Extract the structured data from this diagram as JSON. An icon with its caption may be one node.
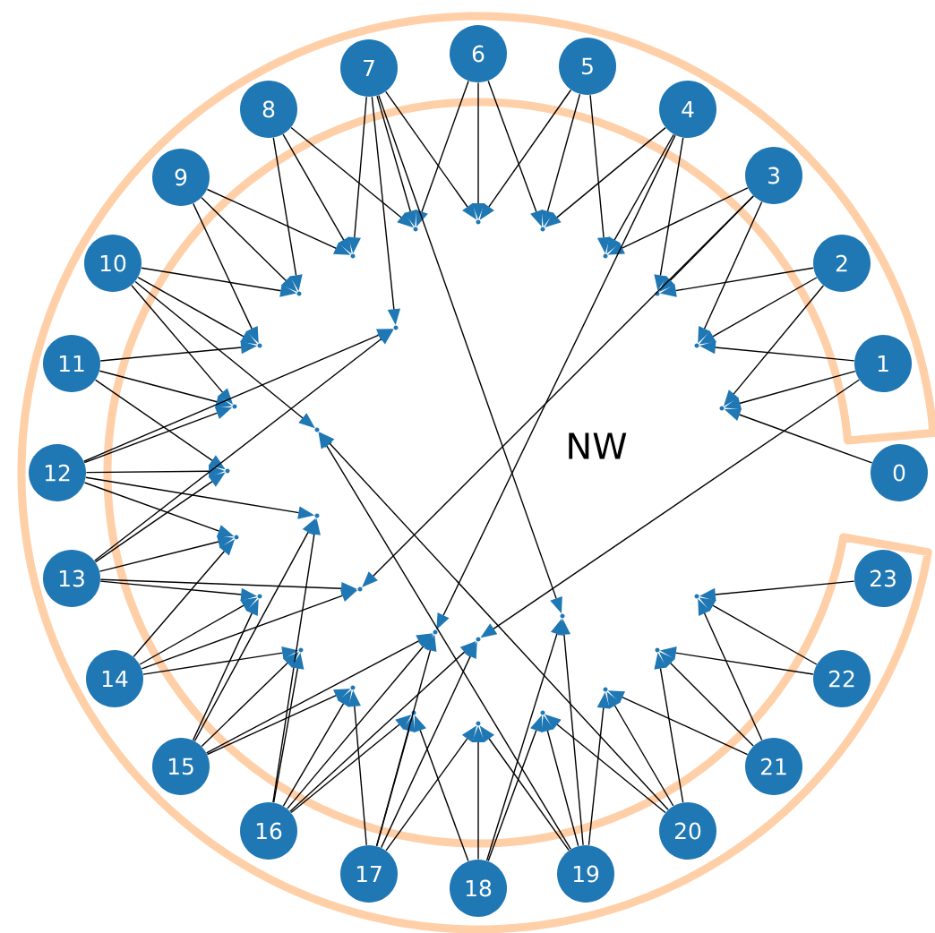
{
  "diagram": {
    "nodes": [
      {
        "text": [
          "0"
        ]
      },
      {
        "text": [
          "1"
        ]
      },
      {
        "text": [
          "2"
        ]
      },
      {
        "text": [
          "3"
        ]
      },
      {
        "text": [
          "4"
        ]
      },
      {
        "text": [
          "5"
        ]
      },
      {
        "text": [
          "6"
        ]
      },
      {
        "text": [
          "7"
        ]
      },
      {
        "text": [
          "8"
        ]
      },
      {
        "text": [
          "9"
        ]
      },
      {
        "text": [
          "10"
        ]
      },
      {
        "text": [
          "11"
        ]
      },
      {
        "text": [
          "12"
        ]
      },
      {
        "text": [
          "13"
        ]
      },
      {
        "text": [
          "14"
        ]
      },
      {
        "text": [
          "15"
        ]
      },
      {
        "text": [
          "16"
        ]
      },
      {
        "text": [
          "17"
        ]
      },
      {
        "text": [
          "18"
        ]
      },
      {
        "text": [
          "19"
        ]
      },
      {
        "text": [
          "20"
        ]
      },
      {
        "text": [
          "21"
        ]
      },
      {
        "text": [
          "22"
        ]
      },
      {
        "text": [
          "23"
        ]
      },
      {
        "text": [],
        "shape": "point"
      },
      {
        "text": [],
        "shape": "point"
      },
      {
        "text": [],
        "shape": "point"
      },
      {
        "text": [],
        "shape": "point"
      },
      {
        "text": [],
        "shape": "point"
      },
      {
        "text": [],
        "shape": "point"
      },
      {
        "text": [],
        "shape": "point"
      },
      {
        "text": [],
        "shape": "point"
      },
      {
        "text": [],
        "shape": "point"
      },
      {
        "text": [],
        "shape": "point"
      },
      {
        "text": [],
        "shape": "point"
      },
      {
        "text": [],
        "shape": "point"
      },
      {
        "text": [],
        "shape": "point"
      },
      {
        "text": [],
        "shape": "point"
      },
      {
        "text": [],
        "shape": "point"
      },
      {
        "text": [],
        "shape": "point"
      },
      {
        "text": [],
        "shape": "point"
      },
      {
        "text": [],
        "shape": "point"
      },
      {
        "text": [],
        "shape": "point"
      },
      {
        "text": [],
        "shape": "point"
      },
      {
        "text": [],
        "shape": "point"
      },
      {
        "text": [],
        "shape": "point"
      },
      {
        "text": [],
        "shape": "point"
      },
      {
        "text": [],
        "shape": "point"
      },
      {
        "text": [],
        "shape": "point"
      },
      {
        "text": [],
        "shape": "point"
      },
      {
        "text": [],
        "shape": "point"
      },
      {
        "text": [],
        "shape": "point"
      },
      {
        "text": [],
        "shape": "point"
      }
    ],
    "edges": [
      {
        "from": 0,
        "to": 35,
        "arrow": "to"
      },
      {
        "from": 1,
        "to": 33,
        "arrow": "to"
      },
      {
        "from": 1,
        "to": 35,
        "arrow": "to"
      },
      {
        "from": 1,
        "to": 45,
        "arrow": "to"
      },
      {
        "from": 2,
        "to": 30,
        "arrow": "to"
      },
      {
        "from": 2,
        "to": 33,
        "arrow": "to"
      },
      {
        "from": 2,
        "to": 35,
        "arrow": "to"
      },
      {
        "from": 3,
        "to": 28,
        "arrow": "to"
      },
      {
        "from": 3,
        "to": 30,
        "arrow": "to"
      },
      {
        "from": 3,
        "to": 33,
        "arrow": "to"
      },
      {
        "from": 3,
        "to": 40,
        "arrow": "to"
      },
      {
        "from": 4,
        "to": 26,
        "arrow": "to"
      },
      {
        "from": 4,
        "to": 28,
        "arrow": "to"
      },
      {
        "from": 4,
        "to": 30,
        "arrow": "to"
      },
      {
        "from": 4,
        "to": 44,
        "arrow": "to"
      },
      {
        "from": 5,
        "to": 24,
        "arrow": "to"
      },
      {
        "from": 5,
        "to": 26,
        "arrow": "to"
      },
      {
        "from": 5,
        "to": 28,
        "arrow": "to"
      },
      {
        "from": 6,
        "to": 25,
        "arrow": "to"
      },
      {
        "from": 6,
        "to": 24,
        "arrow": "to"
      },
      {
        "from": 6,
        "to": 26,
        "arrow": "to"
      },
      {
        "from": 7,
        "to": 27,
        "arrow": "to"
      },
      {
        "from": 7,
        "to": 31,
        "arrow": "to"
      },
      {
        "from": 7,
        "to": 25,
        "arrow": "to"
      },
      {
        "from": 7,
        "to": 24,
        "arrow": "to"
      },
      {
        "from": 7,
        "to": 43,
        "arrow": "to"
      },
      {
        "from": 8,
        "to": 29,
        "arrow": "to"
      },
      {
        "from": 8,
        "to": 27,
        "arrow": "to"
      },
      {
        "from": 8,
        "to": 25,
        "arrow": "to"
      },
      {
        "from": 9,
        "to": 27,
        "arrow": "to"
      },
      {
        "from": 9,
        "to": 29,
        "arrow": "to"
      },
      {
        "from": 9,
        "to": 32,
        "arrow": "to"
      },
      {
        "from": 10,
        "to": 29,
        "arrow": "to"
      },
      {
        "from": 10,
        "to": 32,
        "arrow": "to"
      },
      {
        "from": 10,
        "to": 34,
        "arrow": "to"
      },
      {
        "from": 10,
        "to": 36,
        "arrow": "to"
      },
      {
        "from": 11,
        "to": 32,
        "arrow": "to"
      },
      {
        "from": 11,
        "to": 34,
        "arrow": "to"
      },
      {
        "from": 11,
        "to": 37,
        "arrow": "to"
      },
      {
        "from": 12,
        "to": 34,
        "arrow": "to"
      },
      {
        "from": 12,
        "to": 31,
        "arrow": "to"
      },
      {
        "from": 12,
        "to": 37,
        "arrow": "to"
      },
      {
        "from": 12,
        "to": 38,
        "arrow": "to"
      },
      {
        "from": 12,
        "to": 39,
        "arrow": "to"
      },
      {
        "from": 13,
        "to": 37,
        "arrow": "to"
      },
      {
        "from": 13,
        "to": 31,
        "arrow": "to"
      },
      {
        "from": 13,
        "to": 39,
        "arrow": "to"
      },
      {
        "from": 13,
        "to": 41,
        "arrow": "to"
      },
      {
        "from": 13,
        "to": 40,
        "arrow": "to"
      },
      {
        "from": 14,
        "to": 39,
        "arrow": "to"
      },
      {
        "from": 14,
        "to": 41,
        "arrow": "to"
      },
      {
        "from": 14,
        "to": 40,
        "arrow": "to"
      },
      {
        "from": 14,
        "to": 46,
        "arrow": "to"
      },
      {
        "from": 15,
        "to": 41,
        "arrow": "to"
      },
      {
        "from": 15,
        "to": 38,
        "arrow": "to"
      },
      {
        "from": 15,
        "to": 46,
        "arrow": "to"
      },
      {
        "from": 15,
        "to": 48,
        "arrow": "to"
      },
      {
        "from": 15,
        "to": 44,
        "arrow": "to"
      },
      {
        "from": 16,
        "to": 38,
        "arrow": "to"
      },
      {
        "from": 16,
        "to": 46,
        "arrow": "to"
      },
      {
        "from": 16,
        "to": 48,
        "arrow": "to"
      },
      {
        "from": 16,
        "to": 50,
        "arrow": "to"
      },
      {
        "from": 16,
        "to": 44,
        "arrow": "to"
      },
      {
        "from": 16,
        "to": 45,
        "arrow": "to"
      },
      {
        "from": 17,
        "to": 48,
        "arrow": "to"
      },
      {
        "from": 17,
        "to": 50,
        "arrow": "to"
      },
      {
        "from": 17,
        "to": 44,
        "arrow": "to"
      },
      {
        "from": 17,
        "to": 45,
        "arrow": "to"
      },
      {
        "from": 17,
        "to": 52,
        "arrow": "to"
      },
      {
        "from": 18,
        "to": 50,
        "arrow": "to"
      },
      {
        "from": 18,
        "to": 52,
        "arrow": "to"
      },
      {
        "from": 18,
        "to": 51,
        "arrow": "to"
      },
      {
        "from": 18,
        "to": 43,
        "arrow": "to"
      },
      {
        "from": 19,
        "to": 36,
        "arrow": "to"
      },
      {
        "from": 19,
        "to": 52,
        "arrow": "to"
      },
      {
        "from": 19,
        "to": 51,
        "arrow": "to"
      },
      {
        "from": 19,
        "to": 43,
        "arrow": "to"
      },
      {
        "from": 19,
        "to": 49,
        "arrow": "to"
      },
      {
        "from": 20,
        "to": 36,
        "arrow": "to"
      },
      {
        "from": 20,
        "to": 51,
        "arrow": "to"
      },
      {
        "from": 20,
        "to": 49,
        "arrow": "to"
      },
      {
        "from": 20,
        "to": 47,
        "arrow": "to"
      },
      {
        "from": 21,
        "to": 49,
        "arrow": "to"
      },
      {
        "from": 21,
        "to": 47,
        "arrow": "to"
      },
      {
        "from": 21,
        "to": 42,
        "arrow": "to"
      },
      {
        "from": 22,
        "to": 47,
        "arrow": "to"
      },
      {
        "from": 22,
        "to": 42,
        "arrow": "to"
      },
      {
        "from": 23,
        "to": 42,
        "arrow": "to"
      }
    ],
    "labels": [
      "NW"
    ]
  }
}
